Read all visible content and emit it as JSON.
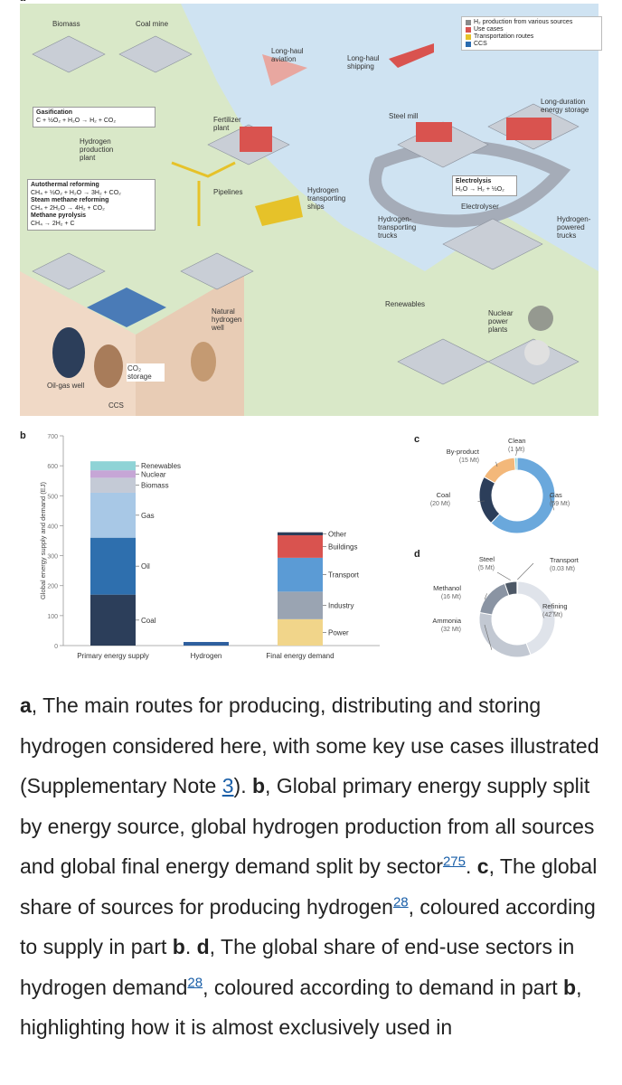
{
  "panel_a": {
    "tag": "a",
    "legend": [
      {
        "label": "H₂ production from various sources",
        "color": "#8a8a8a"
      },
      {
        "label": "Use cases",
        "color": "#d9534f"
      },
      {
        "label": "Transportation routes",
        "color": "#e6c229"
      },
      {
        "label": "CCS",
        "color": "#2b6cb0"
      }
    ],
    "labels": {
      "biomass": "Biomass",
      "coal_mine": "Coal mine",
      "long_haul_aviation": "Long-haul aviation",
      "long_haul_shipping": "Long-haul shipping",
      "steel_mill": "Steel mill",
      "long_duration_storage": "Long-duration energy storage",
      "fertilizer_plant": "Fertilizer plant",
      "hydrogen_production_plant": "Hydrogen production plant",
      "pipelines": "Pipelines",
      "hydrogen_ships": "Hydrogen transporting ships",
      "electrolyser": "Electrolyser",
      "h2_transport_trucks": "Hydrogen-transporting trucks",
      "h2_powered_trucks": "Hydrogen-powered trucks",
      "renewables": "Renewables",
      "nuclear": "Nuclear power plants",
      "natural_h2_well": "Natural hydrogen well",
      "oil_gas_well": "Oil-gas well",
      "co2_storage": "CO₂ storage",
      "ccs": "CCS"
    },
    "equations": {
      "gasification_title": "Gasification",
      "gasification_eq": "C + ½O₂ + H₂O → H₂ + CO₂",
      "atr_title": "Autothermal reforming",
      "atr_eq": "CH₄ + ½O₂ + H₂O → 3H₂ + CO₂",
      "smr_title": "Steam methane reforming",
      "smr_eq": "CH₄ + 2H₂O → 4H₂ + CO₂",
      "pyro_title": "Methane pyrolysis",
      "pyro_eq": "CH₄ → 2H₂ + C",
      "electrolysis_title": "Electrolysis",
      "electrolysis_eq": "H₂O → H₂ + ½O₂"
    }
  },
  "chart_data": [
    {
      "type": "bar",
      "tag": "b",
      "ylabel": "Global energy supply and demand (EJ)",
      "ylim": [
        0,
        700
      ],
      "yticks": [
        0,
        100,
        200,
        300,
        400,
        500,
        600,
        700
      ],
      "categories": [
        "Primary energy supply",
        "Hydrogen",
        "Final energy demand"
      ],
      "stacks": [
        {
          "category": "Primary energy supply",
          "segments": [
            {
              "name": "Coal",
              "value": 170,
              "color": "#2c3e5a"
            },
            {
              "name": "Oil",
              "value": 190,
              "color": "#2e6fae"
            },
            {
              "name": "Gas",
              "value": 150,
              "color": "#a8c8e6"
            },
            {
              "name": "Biomass",
              "value": 50,
              "color": "#c4cad6"
            },
            {
              "name": "Nuclear",
              "value": 25,
              "color": "#c6a6d6"
            },
            {
              "name": "Renewables",
              "value": 30,
              "color": "#8fd3d6"
            }
          ]
        },
        {
          "category": "Hydrogen",
          "segments": [
            {
              "name": "Hydrogen",
              "value": 12,
              "color": "#2e5f9e"
            }
          ]
        },
        {
          "category": "Final energy demand",
          "segments": [
            {
              "name": "Power",
              "value": 88,
              "color": "#f1d58a"
            },
            {
              "name": "Industry",
              "value": 92,
              "color": "#9aa4b2"
            },
            {
              "name": "Transport",
              "value": 113,
              "color": "#5b9bd5"
            },
            {
              "name": "Buildings",
              "value": 75,
              "color": "#d9534f"
            },
            {
              "name": "Other",
              "value": 10,
              "color": "#2c3e5a"
            }
          ]
        }
      ]
    },
    {
      "type": "pie",
      "tag": "c",
      "slices": [
        {
          "name": "Gas",
          "value_label": "(59 Mt)",
          "value": 59,
          "color": "#6aa8dc"
        },
        {
          "name": "Coal",
          "value_label": "(20 Mt)",
          "value": 20,
          "color": "#2c3e5a"
        },
        {
          "name": "By-product",
          "value_label": "(15 Mt)",
          "value": 15,
          "color": "#f3b87a"
        },
        {
          "name": "Clean",
          "value_label": "(1 Mt)",
          "value": 1,
          "color": "#8fd3d6"
        }
      ]
    },
    {
      "type": "pie",
      "tag": "d",
      "slices": [
        {
          "name": "Refining",
          "value_label": "(42 Mt)",
          "value": 42,
          "color": "#dfe3ea"
        },
        {
          "name": "Ammonia",
          "value_label": "(32 Mt)",
          "value": 32,
          "color": "#c2c8d2"
        },
        {
          "name": "Methanol",
          "value_label": "(16 Mt)",
          "value": 16,
          "color": "#8a94a3"
        },
        {
          "name": "Steel",
          "value_label": "(5 Mt)",
          "value": 5,
          "color": "#4d5866"
        },
        {
          "name": "Transport",
          "value_label": "(0.03 Mt)",
          "value": 0.03,
          "color": "#5b9bd5"
        }
      ]
    }
  ],
  "caption": {
    "p1_bold": "a",
    "p1": ", The main routes for producing, distributing and storing hydrogen considered here, with some key use cases illustrated (Supplementary Note ",
    "p1_link": "3",
    "p2": "). ",
    "p2_bold": "b",
    "p3": ", Global primary energy supply split by energy source, global hydrogen production from all sources and global final energy demand split by sector",
    "sup1": "275",
    "p4": ". ",
    "p4_bold": "c",
    "p5": ", The global share of sources for producing hydrogen",
    "sup2": "28",
    "p6": ", coloured according to supply in part ",
    "p6_bold": "b",
    "p7": ". ",
    "p7_bold": "d",
    "p8": ", The global share of end-use sectors in hydrogen demand",
    "sup3": "28",
    "p9": ", coloured according to demand in part ",
    "p9_bold": "b",
    "p10": ", highlighting how it is almost exclusively used in"
  }
}
